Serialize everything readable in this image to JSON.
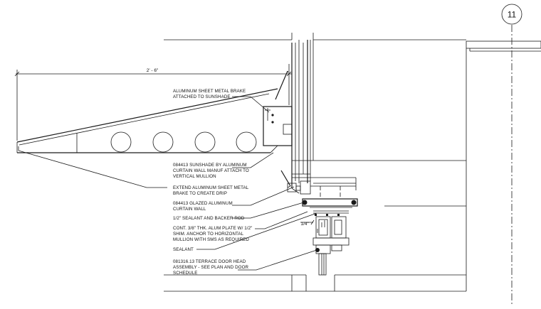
{
  "grid": {
    "label": "11"
  },
  "dimensions": {
    "overall_width": "2' - 6\"",
    "sealant_joint": "1/4\""
  },
  "notes": [
    {
      "id": "brake",
      "lines": [
        "ALUMINUM SHEET METAL BRAKE",
        "ATTACHED TO SUNSHADE"
      ]
    },
    {
      "id": "sunshade",
      "lines": [
        "084413 SUNSHADE BY ALUMINUM",
        "CURTAIN WALL MANUF ATTACH TO",
        "VERTICAL MULLION"
      ]
    },
    {
      "id": "drip",
      "lines": [
        "EXTEND ALUMINUM SHEET METAL",
        "BRAKE  TO CREATE DRIP"
      ]
    },
    {
      "id": "curtainwall",
      "lines": [
        "084413 GLAZED ALUMINUM",
        "CURTAIN WALL"
      ]
    },
    {
      "id": "sealant-backer",
      "lines": [
        "1/2\" SEALANT AND BACKER ROD"
      ]
    },
    {
      "id": "plate",
      "lines": [
        "CONT. 3/8\" THK. ALUM PLATE W/ 1/2\"",
        "SHIM. ANCHOR TO HORIZONTAL",
        "MULLION WITH SMS AS REQUIRED"
      ]
    },
    {
      "id": "sealant",
      "lines": [
        "SEALANT"
      ]
    },
    {
      "id": "doorhead",
      "lines": [
        "081316.13 TERRACE DOOR HEAD",
        "ASSEMBLY - SEE  PLAN AND DOOR",
        "SCHEDULE"
      ]
    }
  ]
}
